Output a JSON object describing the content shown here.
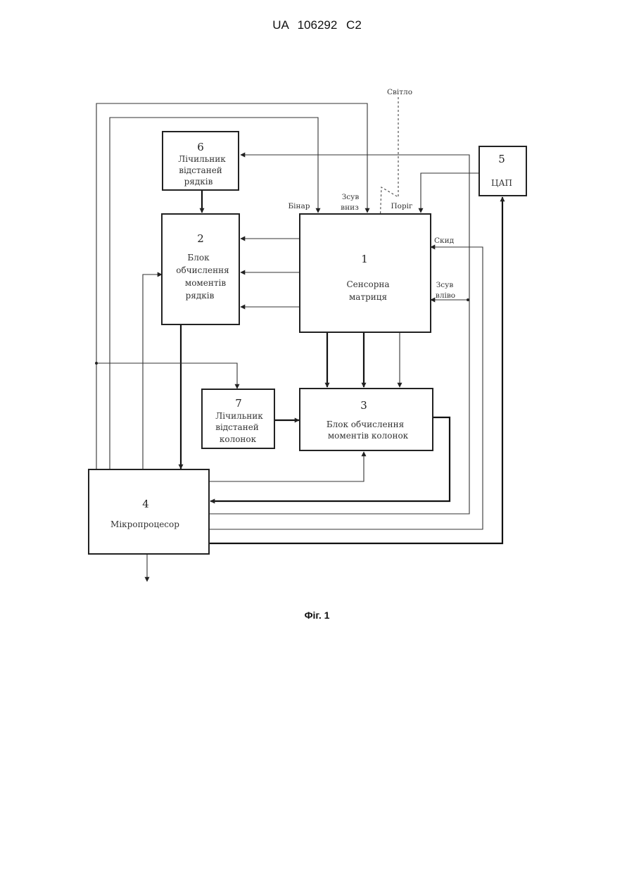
{
  "document": {
    "header": "UA 106292 C2",
    "caption": "Фіг. 1"
  },
  "blocks": {
    "b1": {
      "num": "1",
      "lines": [
        "Сенсорна",
        "матриця"
      ]
    },
    "b2": {
      "num": "2",
      "lines": [
        "Блок",
        "обчислення",
        "моментів",
        "рядків"
      ]
    },
    "b3": {
      "num": "3",
      "lines": [
        "Блок обчислення",
        "моментів колонок"
      ]
    },
    "b4": {
      "num": "4",
      "lines": [
        "Мікропроцесор"
      ]
    },
    "b5": {
      "num": "5",
      "lines": [
        "ЦАП"
      ]
    },
    "b6": {
      "num": "6",
      "lines": [
        "Лічильник",
        "відстаней",
        "рядків"
      ]
    },
    "b7": {
      "num": "7",
      "lines": [
        "Лічильник",
        "відстаней",
        "колонок"
      ]
    }
  },
  "signals": {
    "light": "Світло",
    "binar": "Бінар",
    "shift_down_1": "Зсув",
    "shift_down_2": "вниз",
    "threshold": "Поріг",
    "reset": "Скид",
    "shift_left_1": "Зсув",
    "shift_left_2": "вліво"
  }
}
